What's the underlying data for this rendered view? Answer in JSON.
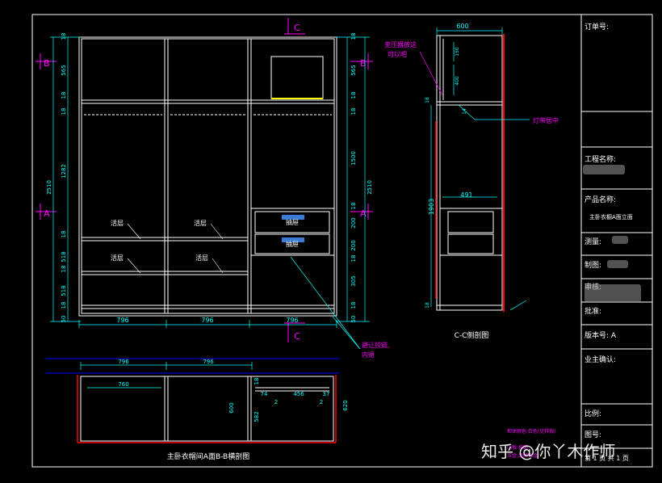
{
  "title_block": {
    "order_no": "订单号:",
    "project_name": "工程名称:",
    "product_name": "产品名称:",
    "product_value": "主卧衣橱A面立面",
    "survey": "测量:",
    "drafter": "制图:",
    "checker": "审核:",
    "approver": "批准:",
    "version": "版本号: A",
    "owner_confirm": "业主确认:",
    "scale": "比例:",
    "drawing_no": "图号:",
    "page_no": "第 1 页 共 1 页"
  },
  "elevation": {
    "section_mark_top": "C",
    "section_mark_bottom": "C",
    "section_b_left": "B",
    "section_b_right": "B",
    "section_a_left": "A",
    "section_a_right": "A",
    "left_dims": [
      "18",
      "565",
      "18",
      "18",
      "1282",
      "18",
      "518",
      "18",
      "518",
      "18",
      "50"
    ],
    "left_total": "2510",
    "right_dims": [
      "18",
      "565",
      "18",
      "18",
      "1500",
      "18",
      "200",
      "200",
      "18",
      "305",
      "18",
      "50"
    ],
    "right_total": "2510",
    "bottom_dims": [
      "796",
      "796",
      "796"
    ],
    "shelf_label": "活层",
    "drawer_label": "抽屉",
    "note_hinge": "避让铰链,",
    "note_hinge2": "内退"
  },
  "side_section": {
    "top_width": "600",
    "dim_150": "150",
    "dim_400": "400",
    "dim_18": "18",
    "dim_14": "14",
    "drawer_width": "491",
    "height": "1903",
    "dim_bottom": "18",
    "note_transformer": "变压器放这",
    "note_transformer2": "可以吧",
    "note_light": "灯带居中",
    "title": "C-C侧剖图"
  },
  "plan_section": {
    "dim_top_left": "796",
    "dim_top_mid": "796",
    "dim_inner": "760",
    "dim_depth": "600",
    "dim_r1": "18",
    "dim_r2": "74",
    "dim_r3": "456",
    "dim_r4": "37",
    "dim_r5": "582",
    "dim_r6": "2",
    "dim_r7": "2",
    "dim_right": "620",
    "title": "主卧衣帽间A面B-B横剖图"
  },
  "watermark": "知乎 @你丫木作师",
  "legend_notes": [
    "柜体颜色:白色(见样板)",
    "门板:按图",
    "五金:品牌五金"
  ],
  "colors": {
    "background": "#000000",
    "line": "#ffffff",
    "dim": "#00ffff",
    "note": "#ff00ff",
    "red": "#ff0000",
    "blue": "#0000ff",
    "yellow": "#ffff00"
  }
}
